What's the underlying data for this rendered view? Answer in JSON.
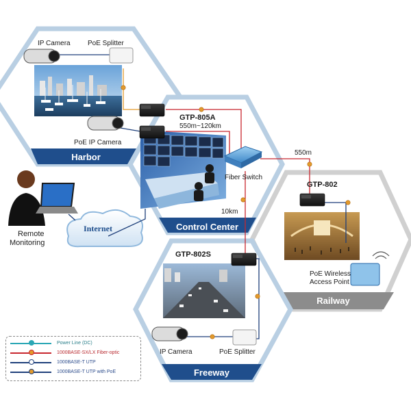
{
  "zones": {
    "harbor": "Harbor",
    "control_center": "Control Center",
    "railway": "Railway",
    "freeway": "Freeway"
  },
  "devices": {
    "ip_camera_harbor": "IP Camera",
    "poe_splitter_harbor": "PoE Splitter",
    "poe_ip_camera": "PoE IP Camera",
    "gtp_805a": "GTP-805A",
    "gtp_805a_range": "550m~120km",
    "fiber_switch": "Fiber Switch",
    "gtp_802": "GTP-802",
    "gtp_802s": "GTP-802S",
    "poe_wireless_ap_line1": "PoE Wireless",
    "poe_wireless_ap_line2": "Access Point",
    "ip_camera_freeway": "IP Camera",
    "poe_splitter_freeway": "PoE Splitter",
    "remote_line1": "Remote",
    "remote_line2": "Monitoring",
    "internet": "Internet"
  },
  "distances": {
    "railway_link": "550m",
    "freeway_link": "10km"
  },
  "legend": [
    {
      "label": "Power Line (DC)",
      "color": "#2aa7b5",
      "dot": "#2aa7b5",
      "text_color": "#2a7f8a"
    },
    {
      "label": "1000BASE-SX/LX Fiber-optic",
      "color": "#c8262e",
      "dot": "#e39a2c",
      "text_color": "#b8282e"
    },
    {
      "label": "1000BASE-T UTP",
      "color": "#1e3f7a",
      "dot": "#ffffff",
      "text_color": "#2a4a8a"
    },
    {
      "label": "1000BASE-T UTP with PoE",
      "color": "#1e3f7a",
      "dot": "#e39a2c",
      "text_color": "#2a4a8a"
    }
  ],
  "colors": {
    "hex_border": "#b9cfe3",
    "zone_banner_blue": "#1f4e8c",
    "zone_banner_gray": "#8c8c8c",
    "fiber": "#c8262e",
    "utp": "#1e3f7a",
    "poe_dot": "#e39a2c"
  }
}
